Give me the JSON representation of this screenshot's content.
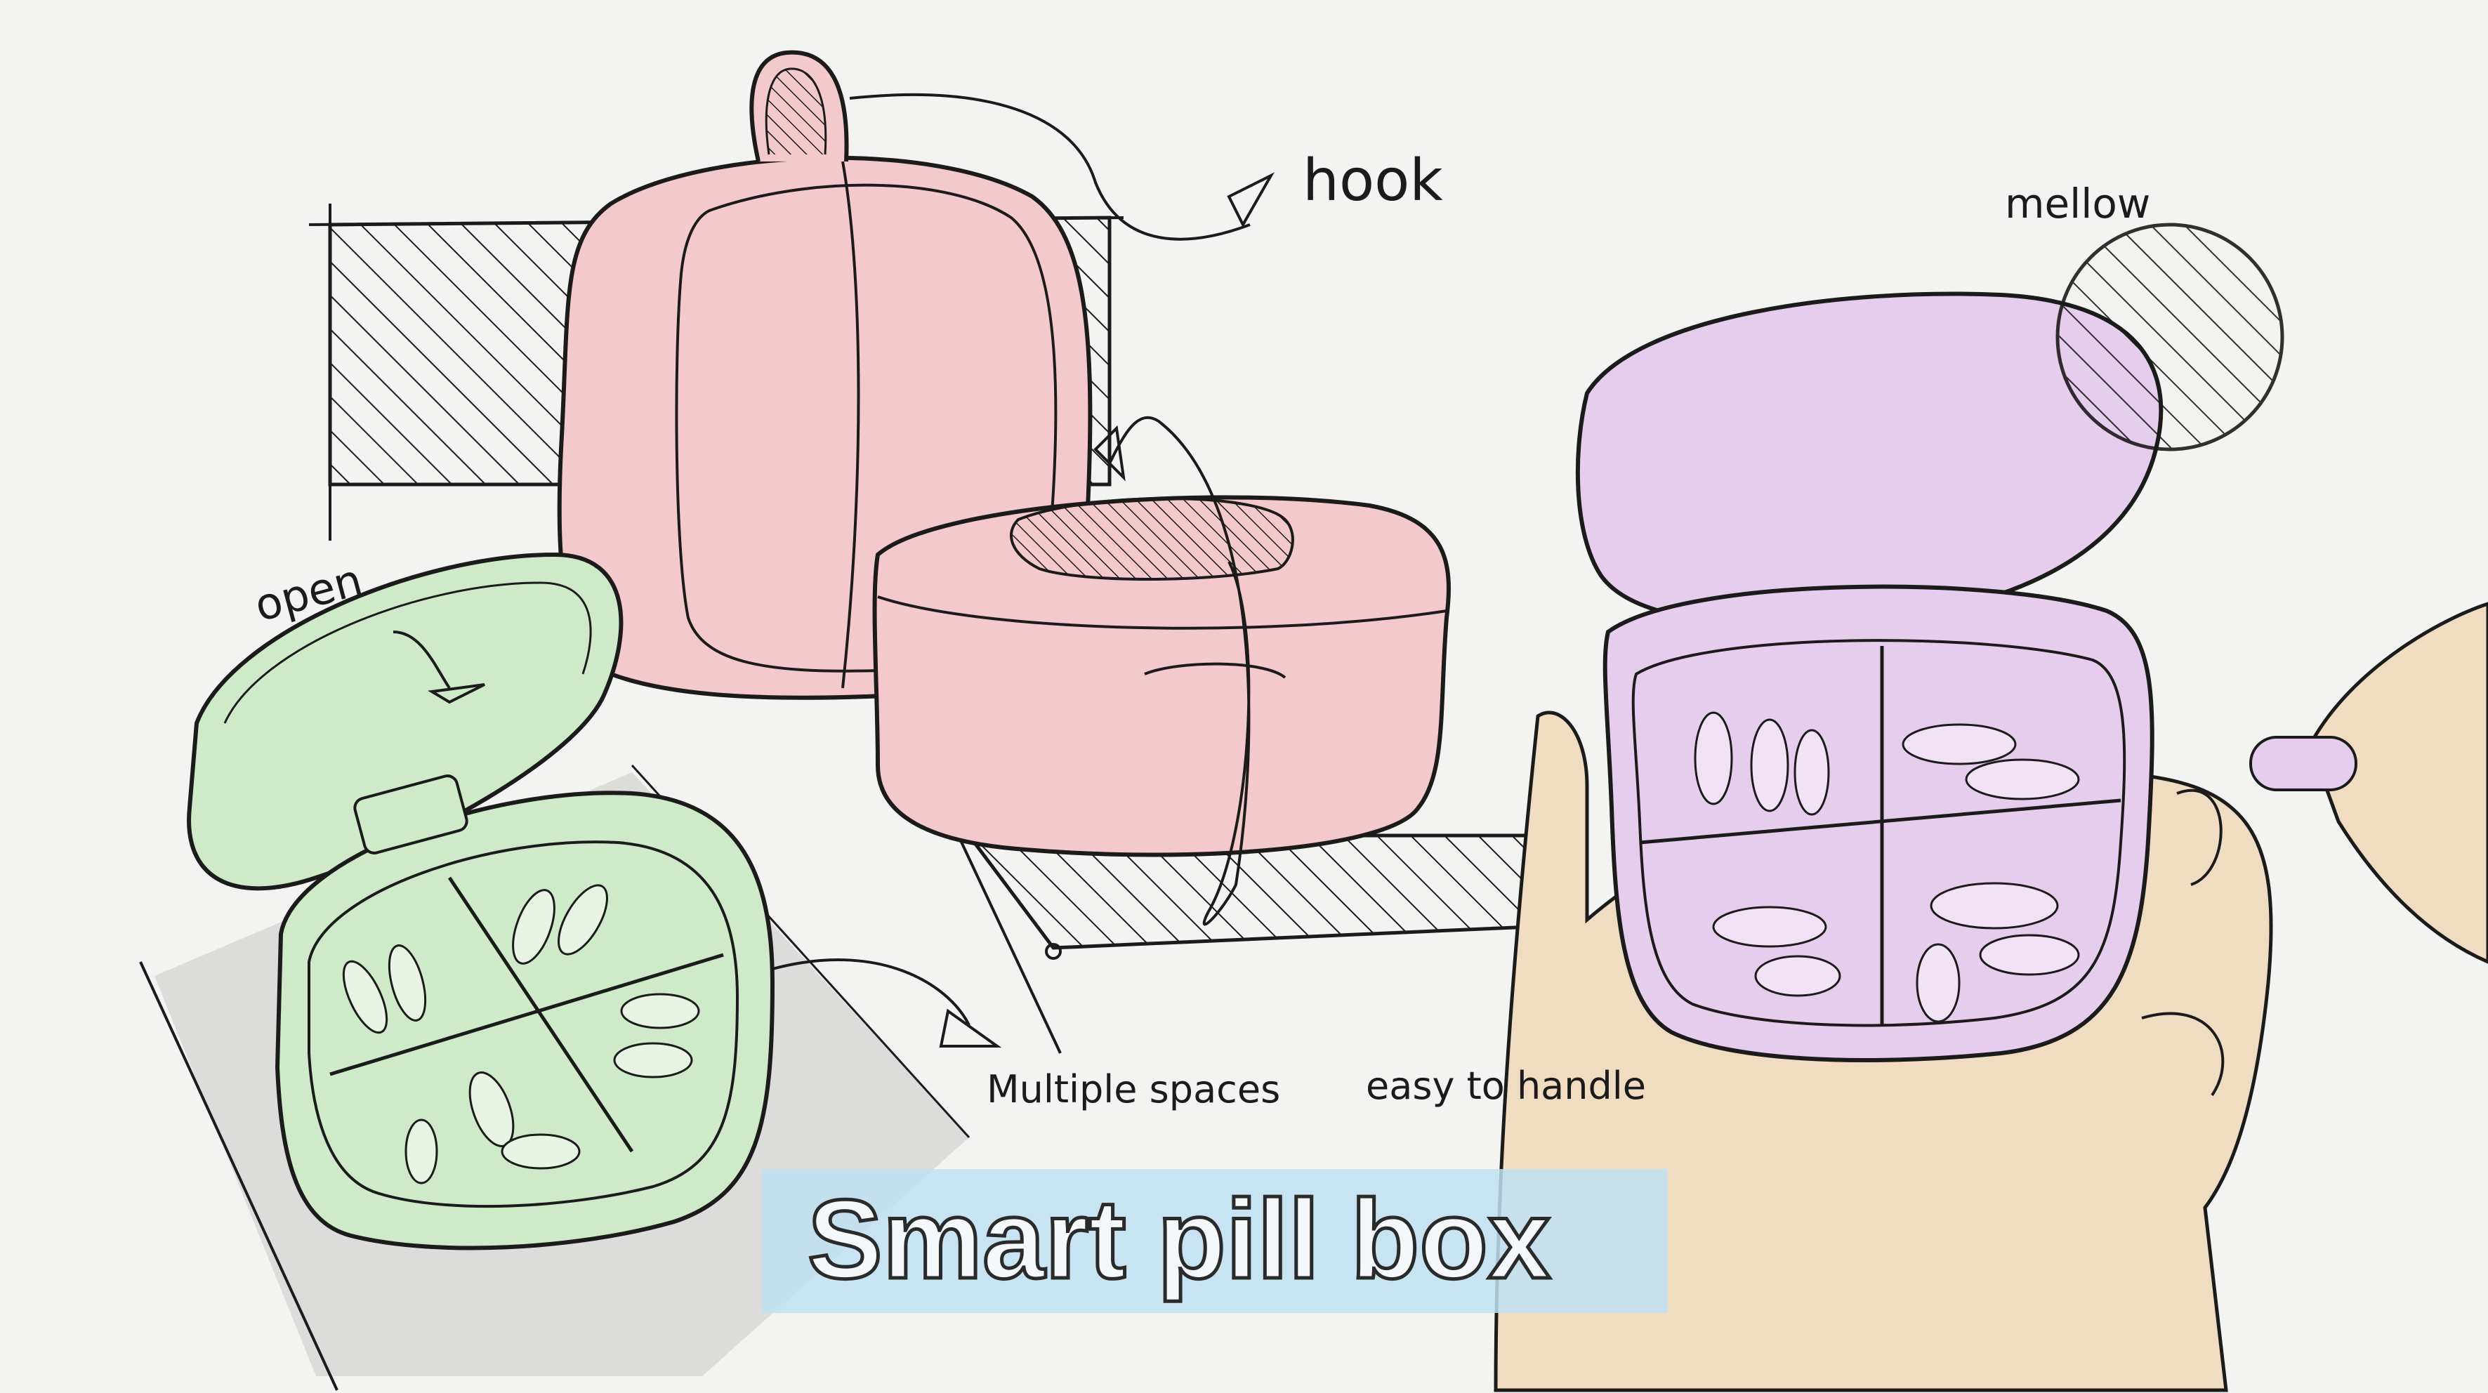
{
  "annotations": {
    "hook": "hook",
    "mellow": "mellow",
    "open": "open",
    "multiple_spaces": "Multiple spaces",
    "easy_to_handle": "easy to handle"
  },
  "title": "Smart pill box",
  "colors": {
    "paper": "#f3f3f1",
    "pink": "#f3c9cb",
    "green": "#cfeac9",
    "purple": "#e6cdee",
    "skin": "#f0dcc0",
    "title_band": "#bfe0f2",
    "ink": "#1b1b1b"
  }
}
